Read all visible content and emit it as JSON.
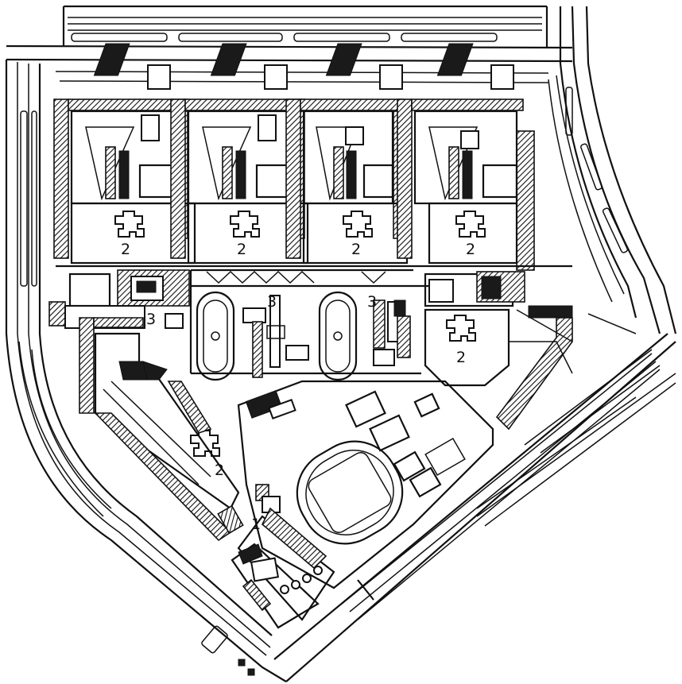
{
  "labels": {
    "block_a": "2",
    "block_b": "2",
    "block_c": "2",
    "block_d": "2",
    "block_e": "2",
    "block_f": "2",
    "school_left": "3",
    "school_mid": "3",
    "school_right": "3",
    "center": "1"
  },
  "colors": {
    "ink": "#111111",
    "paper": "#ffffff"
  }
}
